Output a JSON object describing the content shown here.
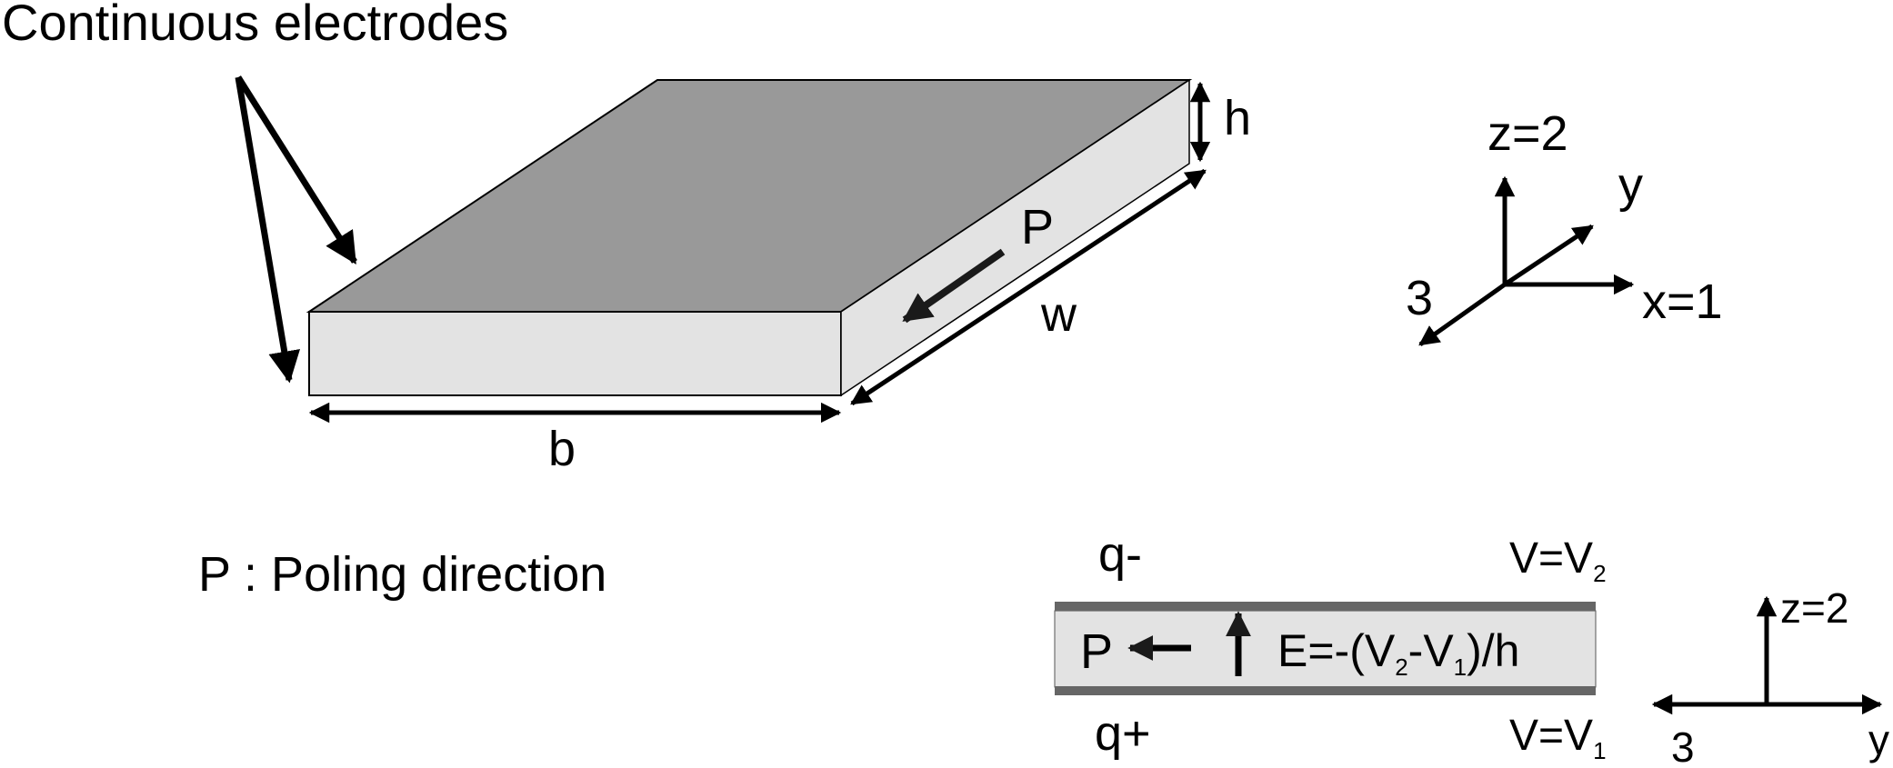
{
  "title_label": "Continuous electrodes",
  "plate": {
    "dim_b": "b",
    "dim_w": "w",
    "dim_h": "h",
    "poling_label": "P",
    "colors": {
      "top_face": "#999999",
      "side_face": "#e3e3e3",
      "edge": "#000000"
    }
  },
  "legend": {
    "text": "P : Poling direction"
  },
  "axes_3d": {
    "z": "z=2",
    "y": "y",
    "x": "x=1",
    "three": "3"
  },
  "cross_section": {
    "q_minus": "q-",
    "q_plus": "q+",
    "v_top": {
      "base": "V=V",
      "sub": "2"
    },
    "v_bottom": {
      "base": "V=V",
      "sub": "1"
    },
    "poling_label": "P",
    "field_eq": {
      "prefix": "E=-(V",
      "sub1": "2",
      "mid": "-V",
      "sub2": "1",
      "suffix": ")/h"
    },
    "colors": {
      "electrode": "#666666",
      "body": "#e3e3e3"
    }
  },
  "axes_2d": {
    "z": "z=2",
    "three": "3",
    "y": "y"
  }
}
